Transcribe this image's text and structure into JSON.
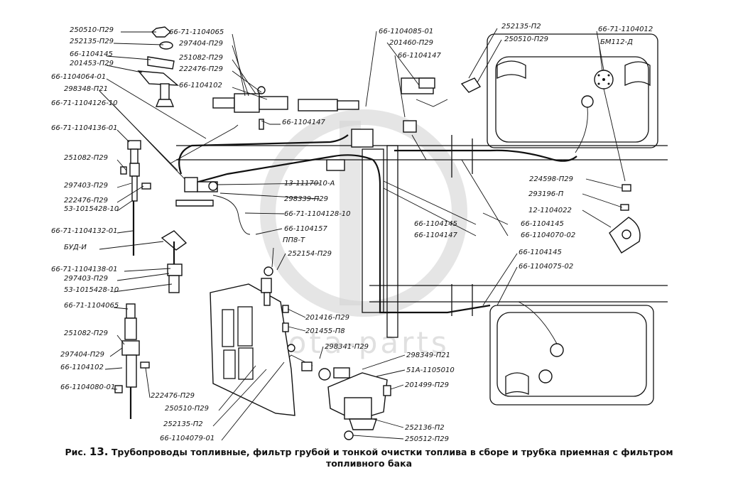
{
  "watermark": {
    "text": "dota-parts"
  },
  "caption": {
    "prefix": "Рис.",
    "number": "13.",
    "line1": "Трубопроводы топливные, фильтр грубой и тонкой очистки топлива в сборе и трубка приемная с фильтром",
    "line2": "топливного бака"
  },
  "labels": {
    "l01": "250510-П29",
    "l02": "252135-П29",
    "l03": "66-1104145",
    "l04": "201453-П29",
    "l05": "66-1104064-01",
    "l06": "298348-П21",
    "l07": "66-71-1104126-10",
    "l08": "66-71-1104136-01",
    "l09": "251082-П29",
    "l10": "297403-П29",
    "l11": "222476-П29",
    "l12": "53-1015428-10",
    "l13": "66-71-1104132-01",
    "l14": "БУД-И",
    "l15": "66-71-1104138-01",
    "l16": "297403-П29",
    "l17": "53-1015428-10",
    "l18": "66-71-1104065",
    "l19": "251082-П29",
    "l20": "297404-П29",
    "l21": "66-1104102",
    "l22": "66-1104080-01",
    "l23": "222476-П29",
    "l24": "250510-П29",
    "l25": "252135-П2",
    "l26": "66-1104079-01",
    "l27": "66-71-1104065",
    "l28": "297404-П29",
    "l29": "251082-П29",
    "l30": "222476-П29",
    "l31": "66-1104102",
    "l32": "66-1104147",
    "l33": "13-1117010-А",
    "l34": "298339-П29",
    "l35": "66-71-1104128-10",
    "l36": "66-1104157",
    "l37": "ПП8-Т",
    "l38": "252154-П29",
    "l39": "201416-П29",
    "l40": "201455-П8",
    "l41": "298341-П29",
    "l42": "298349-П21",
    "l43": "51А-1105010",
    "l44": "201499-П29",
    "l45": "252136-П2",
    "l46": "250512-П29",
    "l47": "66-1104085-01",
    "l48": "201460-П29",
    "l49": "66-1104147",
    "l50": "252135-П2",
    "l51": "250510-П29",
    "l52": "66-71-1104012",
    "l53": "БМ112-Д",
    "l54": "224598-П29",
    "l55": "293196-П",
    "l56": "12-1104022",
    "l57": "66-1104145",
    "l58": "66-1104147",
    "l59": "66-1104145",
    "l60": "66-1104070-02",
    "l61": "66-1104145",
    "l62": "66-1104075-02"
  }
}
